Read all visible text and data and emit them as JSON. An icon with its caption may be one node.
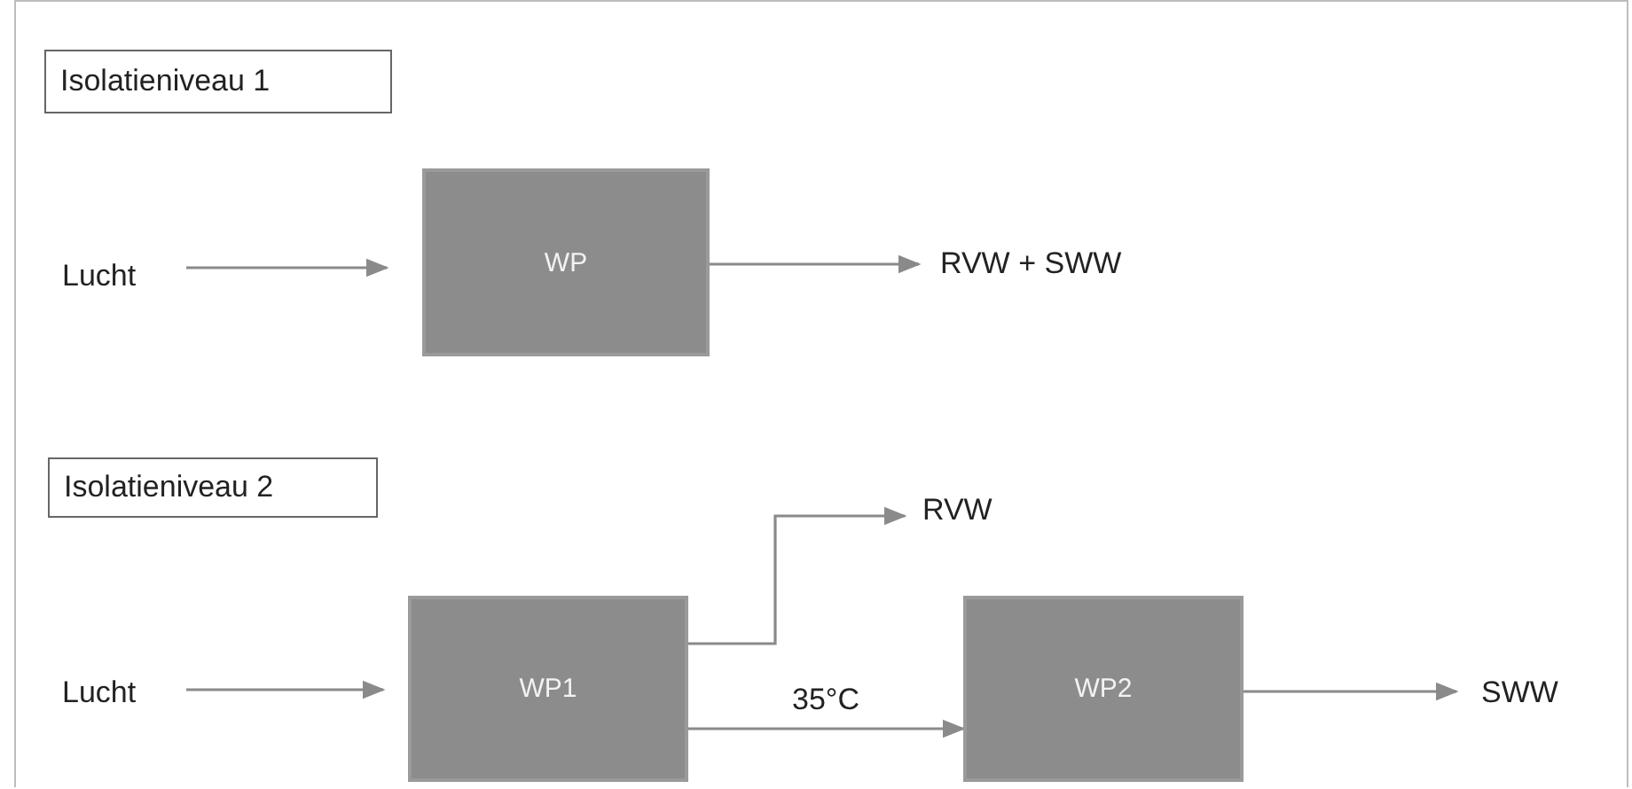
{
  "diagram": {
    "nodes": [
      {
        "text": [
          "Isolatieniveau 1"
        ]
      },
      {
        "text": [
          "Lucht"
        ]
      },
      {
        "text": [
          "WP"
        ]
      },
      {
        "text": [
          "RVW + SWW"
        ]
      },
      {
        "text": [
          "Isolatieniveau 2"
        ]
      },
      {
        "text": [
          "Lucht"
        ]
      },
      {
        "text": [
          "WP1"
        ]
      },
      {
        "text": [
          "RVW"
        ]
      },
      {
        "text": [
          "WP2"
        ]
      },
      {
        "text": [
          "SWW"
        ]
      }
    ],
    "edges": [
      {
        "from": 1,
        "to": 2,
        "arrow": "to"
      },
      {
        "from": 2,
        "to": 3,
        "arrow": "to"
      },
      {
        "from": 5,
        "to": 6,
        "arrow": "to"
      },
      {
        "from": 6,
        "to": 7,
        "arrow": "to"
      },
      {
        "from": 6,
        "to": 8,
        "arrow": "to",
        "label": "35°C"
      },
      {
        "from": 8,
        "to": 9,
        "arrow": "to"
      }
    ]
  }
}
